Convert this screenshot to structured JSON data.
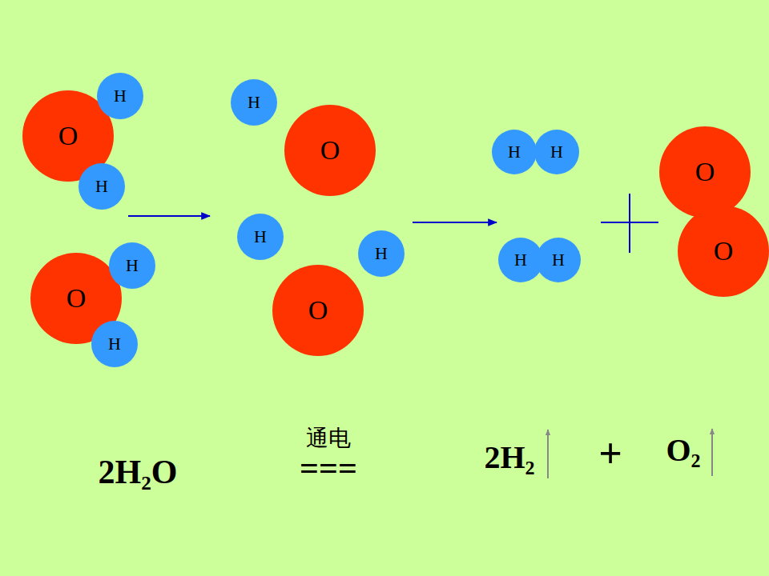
{
  "diagram": {
    "nodes": [
      {
        "text": [
          "O"
        ]
      },
      {
        "text": [
          "H"
        ]
      },
      {
        "text": [
          "H"
        ]
      },
      {
        "text": [
          "O"
        ]
      },
      {
        "text": [
          "H"
        ]
      },
      {
        "text": [
          "H"
        ]
      },
      {
        "text": [
          "H"
        ]
      },
      {
        "text": [
          "O"
        ]
      },
      {
        "text": [
          "H"
        ]
      },
      {
        "text": [
          "H"
        ]
      },
      {
        "text": [
          "O"
        ]
      },
      {
        "text": [
          "H"
        ]
      },
      {
        "text": [
          "H"
        ]
      },
      {
        "text": [
          "H"
        ]
      },
      {
        "text": [
          "H"
        ]
      },
      {
        "text": [
          "O"
        ]
      },
      {
        "text": [
          "O"
        ]
      }
    ],
    "labels": [
      "2H₂O",
      "通电",
      "===",
      "2H₂",
      "+",
      "O₂"
    ]
  }
}
